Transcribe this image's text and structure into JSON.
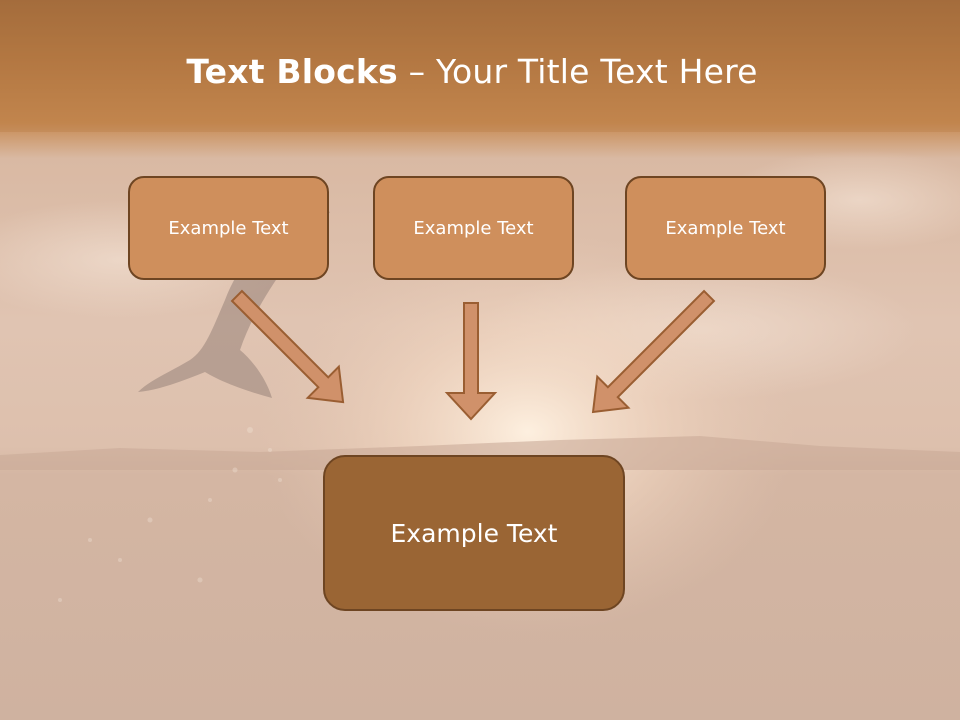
{
  "title": {
    "bold": "Text Blocks",
    "dash": " – ",
    "rest": "Your Title Text Here"
  },
  "blocks": {
    "left": "Example Text",
    "center": "Example Text",
    "right": "Example Text",
    "bottom": "Example Text"
  },
  "colors": {
    "header": "#b87a45",
    "box_fill": "#cf8f5c",
    "box_border": "#6e4522",
    "bottom_box_fill": "#9a6534",
    "arrow_fill": "#d0916a"
  }
}
